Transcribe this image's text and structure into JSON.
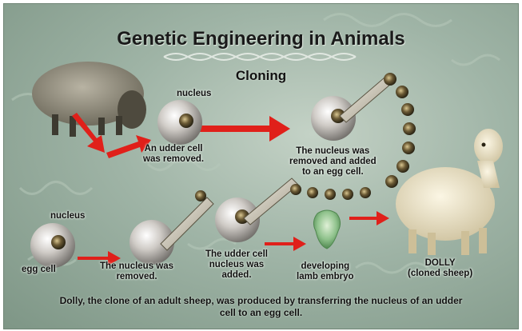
{
  "title": "Genetic Engineering in Animals",
  "subtitle": "Cloning",
  "labels": {
    "nucleus_top": "nucleus",
    "udder_cell_1": "An udder cell",
    "udder_cell_2": "was removed.",
    "nucleus_added_1": "The nucleus was",
    "nucleus_added_2": "removed and added",
    "nucleus_added_3": "to an egg cell.",
    "nucleus_left": "nucleus",
    "egg_cell": "egg cell",
    "nucleus_removed_1": "The nucleus was",
    "nucleus_removed_2": "removed.",
    "udder_nucleus_1": "The udder cell",
    "udder_nucleus_2": "nucleus was",
    "udder_nucleus_3": "added.",
    "embryo_1": "developing",
    "embryo_2": "lamb embryo",
    "dolly_1": "DOLLY",
    "dolly_2": "(cloned sheep)"
  },
  "caption_1": "Dolly, the clone of an adult sheep, was produced by transferring the nucleus of an udder",
  "caption_2": "cell to an egg cell.",
  "colors": {
    "arrow": "#e0201a",
    "cell": "#c9c6c2",
    "nucleus": "#6a5a3a",
    "embryo": "#7ab07a",
    "sheep_dark": "#8a8578",
    "lamb": "#ece3c6"
  }
}
